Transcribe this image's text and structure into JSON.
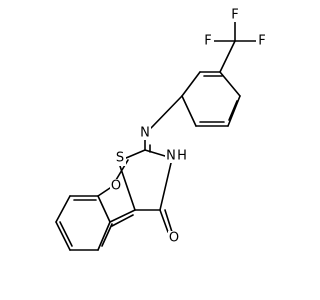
{
  "molecule": {
    "atoms": {
      "F1": "F",
      "F2": "F",
      "F3": "F",
      "N_imine": "N",
      "S": "S",
      "NH": "N",
      "NH_H": "H",
      "O_carbonyl": "O",
      "O_methoxy": "O"
    },
    "colors": {
      "bond": "#000000",
      "F": "#000000",
      "N": "#000000",
      "S": "#000000",
      "O": "#000000"
    }
  }
}
